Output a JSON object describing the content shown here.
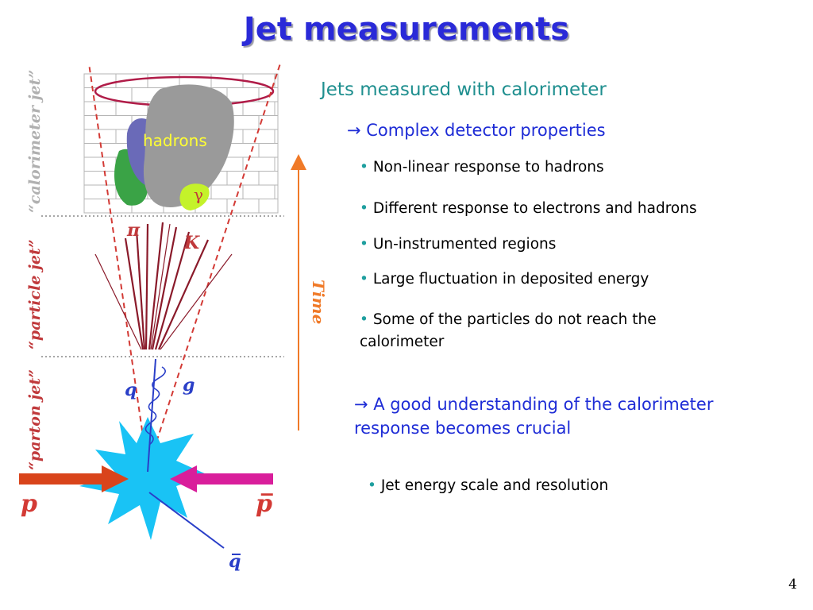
{
  "title": "Jet measurements",
  "page_number": "4",
  "heading": "Jets measured with calorimeter",
  "subheading": "→ Complex detector properties",
  "bullets": [
    "Non-linear response to hadrons",
    "Different response to electrons and hadrons",
    "Un-instrumented regions",
    "Large fluctuation in deposited energy",
    "Some of the particles do not reach the calorimeter"
  ],
  "bullet_symbol": "•",
  "conclusion": "→ A good understanding of the calorimeter response becomes crucial",
  "sub_bullet": "Jet energy scale and resolution",
  "diagram": {
    "calorimeter_jet_label": "“calorimeter jet”",
    "particle_jet_label": "“particle jet”",
    "parton_jet_label": "“parton jet”",
    "hadrons_label": "hadrons",
    "gamma_label": "γ",
    "pi_label": "π",
    "k_label": "K",
    "q_label": "q",
    "g_label": "g",
    "qbar_label": "q̅",
    "p_label": "p",
    "pbar_label": "p̅",
    "time_label": "Time"
  },
  "colors": {
    "title": "#2a2ad8",
    "heading": "#1f8f8f",
    "sub": "#1e2cd6",
    "label_red": "#c0393b",
    "time_orange": "#f07a28",
    "collision": "#19c3f5",
    "proton_arrow": "#d9441b",
    "antiproton_arrow": "#d91e9b"
  }
}
